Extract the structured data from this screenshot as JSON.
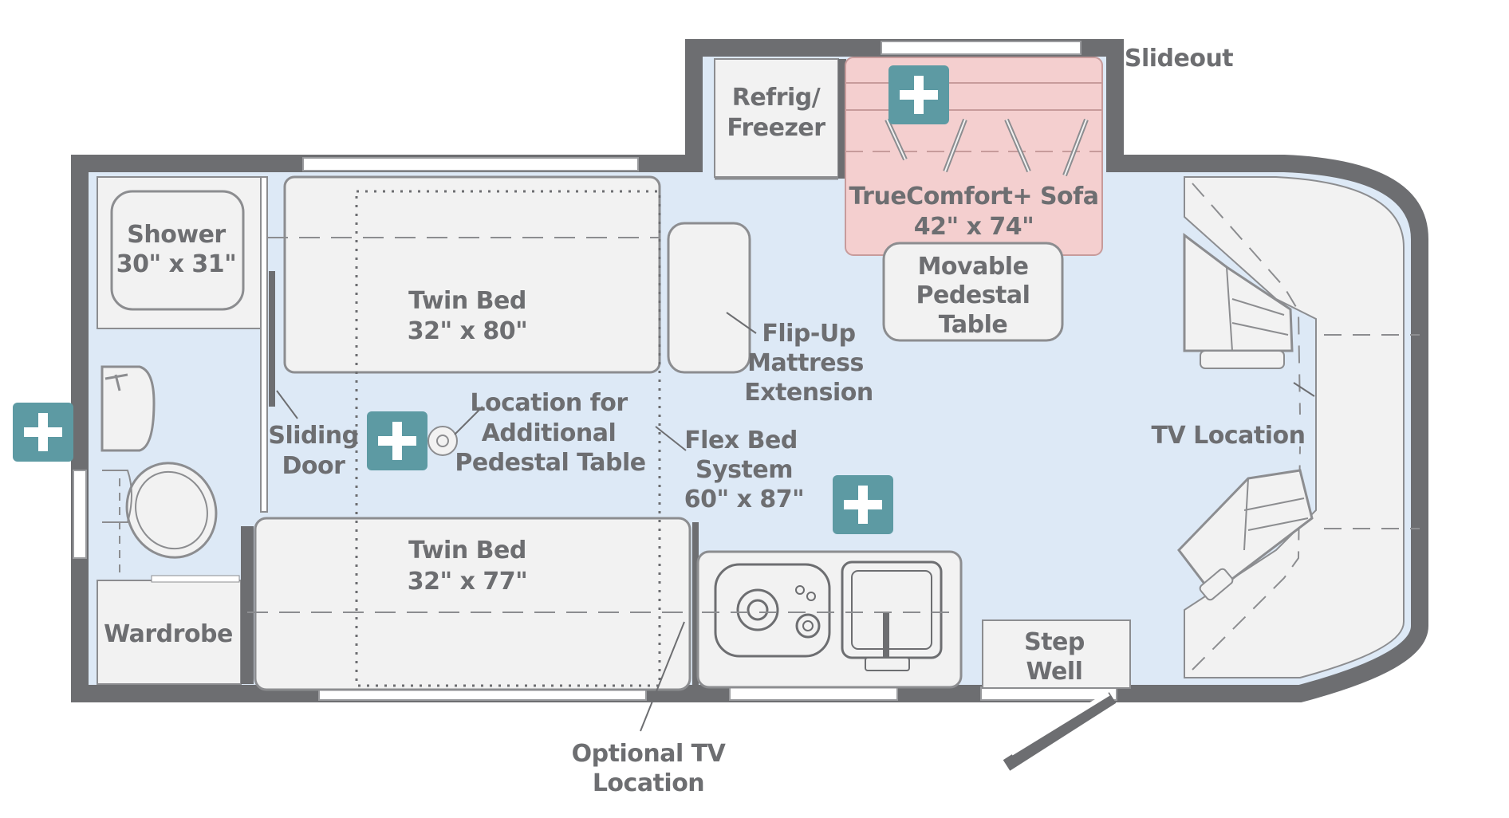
{
  "colors": {
    "wall": "#6d6e71",
    "floor": "#dde9f6",
    "furniture": "#f2f2f2",
    "outline": "#8c8d90",
    "sofa": "#f4cfcf",
    "sofa_outline": "#c79b9b",
    "plus_bg": "#5d9aa3",
    "text": "#6d6e71"
  },
  "labels": {
    "slideout": "Slideout",
    "refrig_1": "Refrig/",
    "refrig_2": "Freezer",
    "sofa_1": "TrueComfort+ Sofa",
    "sofa_2": "42\" x 74\"",
    "table_1": "Movable",
    "table_2": "Pedestal",
    "table_3": "Table",
    "shower_1": "Shower",
    "shower_2": "30\" x 31\"",
    "twin_top_1": "Twin Bed",
    "twin_top_2": "32\" x 80\"",
    "flip_1": "Flip-Up",
    "flip_2": "Mattress",
    "flip_3": "Extension",
    "sliding_1": "Sliding",
    "sliding_2": "Door",
    "location_1": "Location for",
    "location_2": "Additional",
    "location_3": "Pedestal Table",
    "flexbed_1": "Flex Bed",
    "flexbed_2": "System",
    "flexbed_3": "60\" x 87\"",
    "tv_location": "TV Location",
    "twin_bottom_1": "Twin Bed",
    "twin_bottom_2": "32\" x 77\"",
    "wardrobe": "Wardrobe",
    "step_1": "Step",
    "step_2": "Well",
    "optional_tv_1": "Optional TV",
    "optional_tv_2": "Location"
  },
  "icons": {
    "plus": "plus-icon",
    "plus_glyph": "+"
  }
}
